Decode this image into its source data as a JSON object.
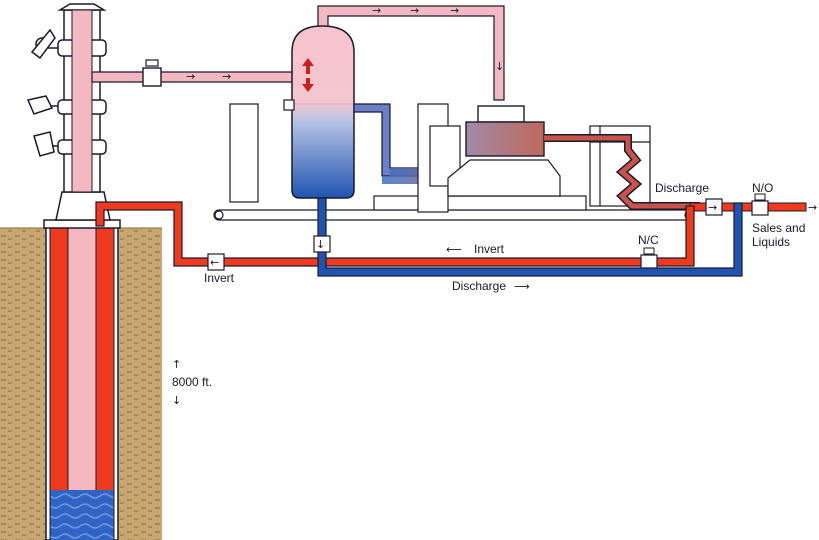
{
  "labels": {
    "discharge_top": "Discharge",
    "normally_open": "N/O",
    "sales_and_liquids_line1": "Sales and",
    "sales_and_liquids_line2": "Liquids",
    "normally_closed": "N/C",
    "invert_right": "Invert",
    "invert_left": "Invert",
    "discharge_bottom": "Discharge",
    "depth": "8000 ft."
  },
  "arrows": {
    "right": "→",
    "left": "←",
    "up": "↑",
    "down": "↓",
    "long_right": "⟶",
    "long_left": "⟵"
  },
  "colors": {
    "gas_line": "#f4b8c3",
    "hot_line": "#f03a1e",
    "cold_line": "#1f54b0",
    "outline": "#1a1a2e",
    "ground": "#c8a672",
    "water": "#2f63c4",
    "separator_top": "#f7c3cc",
    "separator_bottom": "#1f54b0",
    "compressor": "#b56a6a"
  }
}
